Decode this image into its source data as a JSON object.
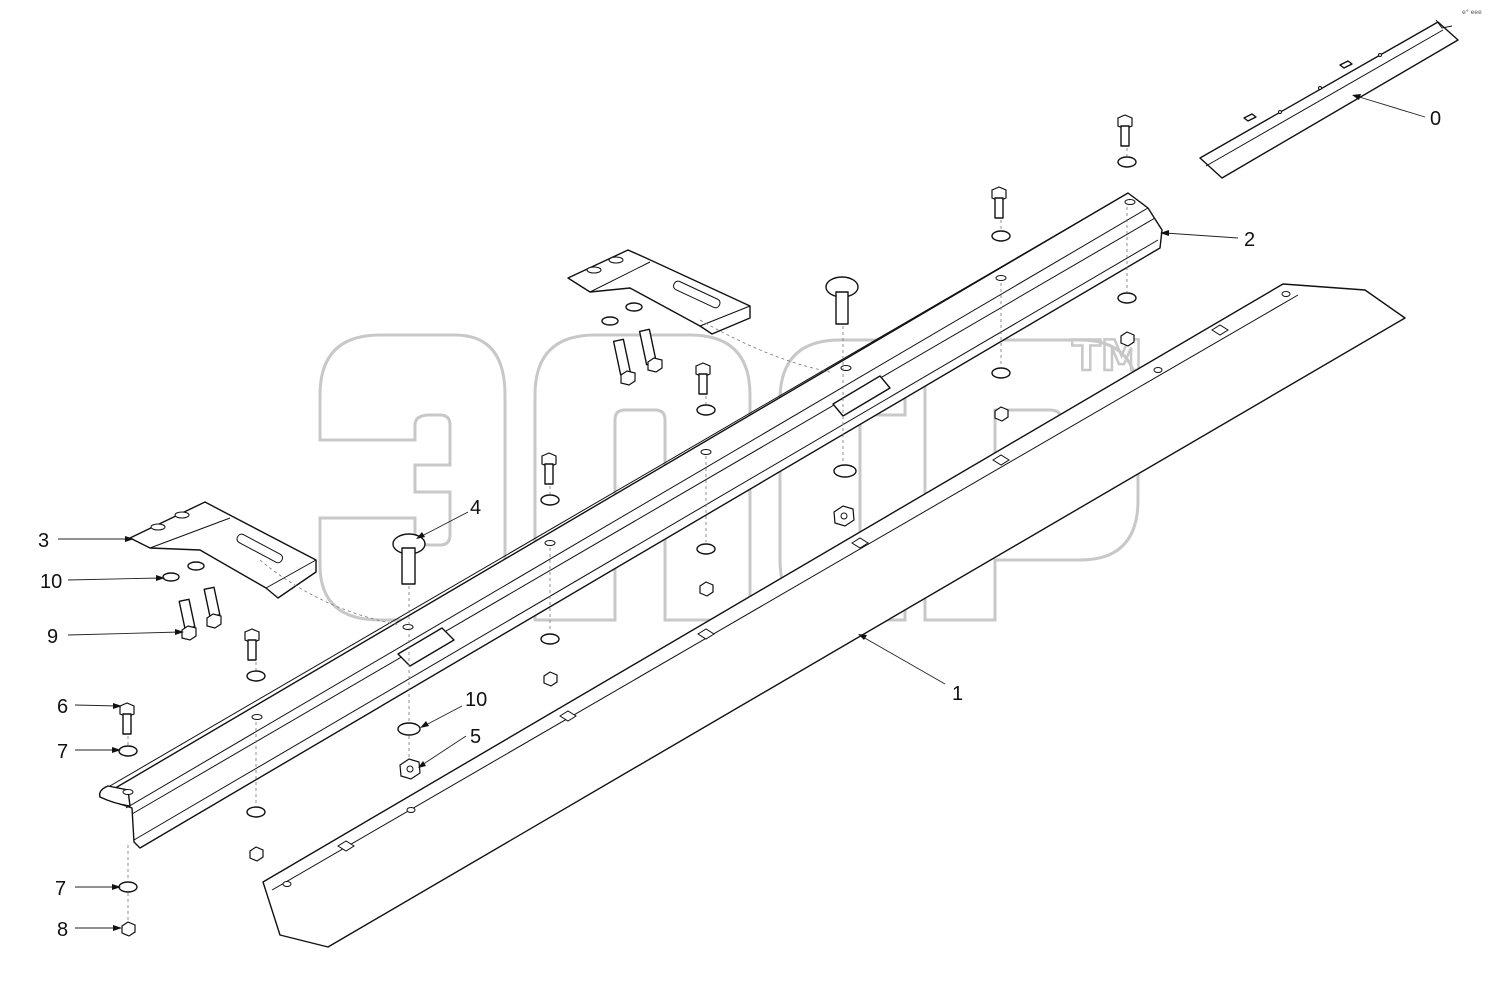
{
  "watermark": {
    "text": "эпгр",
    "trademark": "TM"
  },
  "corner_mark": "e° eee",
  "callouts": [
    {
      "id": "0",
      "label": "0"
    },
    {
      "id": "1",
      "label": "1"
    },
    {
      "id": "2",
      "label": "2"
    },
    {
      "id": "3",
      "label": "3"
    },
    {
      "id": "4",
      "label": "4"
    },
    {
      "id": "5",
      "label": "5"
    },
    {
      "id": "6",
      "label": "6"
    },
    {
      "id": "7a",
      "label": "7"
    },
    {
      "id": "7b",
      "label": "7"
    },
    {
      "id": "8",
      "label": "8"
    },
    {
      "id": "9",
      "label": "9"
    },
    {
      "id": "10a",
      "label": "10"
    },
    {
      "id": "10b",
      "label": "10"
    }
  ]
}
